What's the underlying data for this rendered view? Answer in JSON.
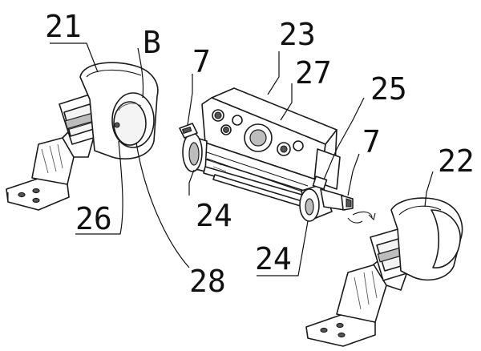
{
  "labels": {
    "l21": "21",
    "lB": "B",
    "l7a": "7",
    "l23": "23",
    "l27": "27",
    "l25": "25",
    "l7b": "7",
    "l22": "22",
    "l26": "26",
    "l24a": "24",
    "l24b": "24",
    "l28": "28"
  },
  "colors": {
    "line": "#1a1a1a",
    "shade": "#bdbdbd",
    "background": "#ffffff"
  }
}
